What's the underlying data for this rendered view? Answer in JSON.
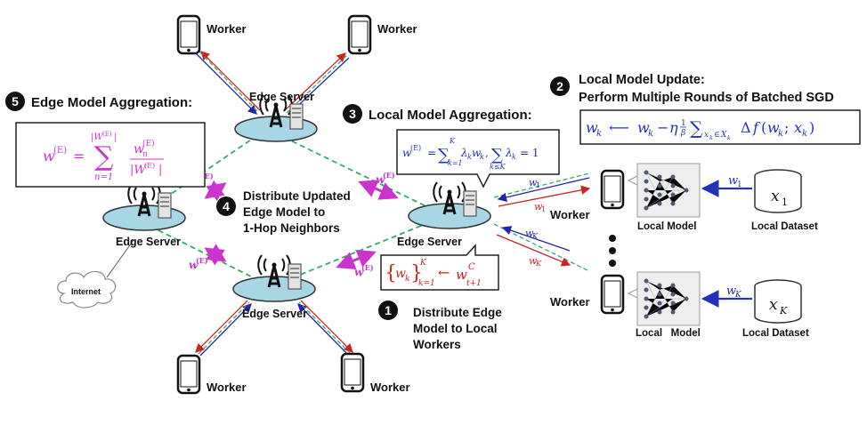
{
  "labels": {
    "worker": "Worker",
    "edge_server": "Edge Server",
    "internet": "Internet",
    "local_model": "Local Model",
    "local_model_spaced": "Local   Model",
    "local_dataset": "Local Dataset"
  },
  "steps": {
    "s1": {
      "number": "1",
      "text_lines": [
        "Distribute Edge",
        "Model to Local",
        "Workers"
      ]
    },
    "s2": {
      "number": "2",
      "text_lines": [
        "Local Model Update:",
        "Perform Multiple Rounds of Batched SGD"
      ]
    },
    "s3": {
      "number": "3",
      "text": "Local Model Aggregation:"
    },
    "s4": {
      "number": "4",
      "text_lines": [
        "Distribute Updated",
        "Edge Model to",
        "1-Hop Neighbors"
      ]
    },
    "s5": {
      "number": "5",
      "text": "Edge Model Aggregation:"
    }
  },
  "formulas": {
    "edge_agg": {
      "lhs": "w",
      "sup": "(E)",
      "sum_top": "|W",
      "sum_top_sup": "(E)",
      "sum_top_end": "|",
      "sum_bottom": "n=1",
      "frac_num": "w",
      "frac_num_sub": "n",
      "frac_num_sup": "(E)",
      "frac_den": "|W",
      "frac_den_sup": "(E)",
      "frac_den_end": "|"
    },
    "sgd": {
      "text": "w",
      "sub": "k"
    },
    "local_agg": {
      "lhs": "w",
      "lhs_sup": "(E)",
      "sum1_top": "K",
      "sum1_bottom": "k=1",
      "term": "λ",
      "term_sub": "k",
      "term2": "w",
      "term2_sub": "k",
      "sum2_bottom": "k≤K",
      "term3": "λ",
      "term3_sub": "k",
      "rhs": "= 1"
    },
    "distribute": {
      "set": "w",
      "set_sub": "k",
      "top": "K",
      "bottom": "k=1",
      "arrow": "←",
      "rhs": "w",
      "rhs_sup": "C",
      "rhs_sub": "t+1"
    },
    "dataset1": {
      "var": "x",
      "sub": "1"
    },
    "datasetK": {
      "var": "x",
      "sub": "K"
    }
  },
  "edge_labels": {
    "wE": "w",
    "wE_sup": "(E)"
  },
  "link_labels": {
    "w1": "w",
    "w1_sub": "1",
    "wK": "w",
    "wK_sub": "K"
  },
  "colors": {
    "magenta": "#cc33cc",
    "blue": "#2222aa",
    "red": "#cc2222",
    "green": "#33aa66",
    "tower": "#111111",
    "disk": "#a9d6e5"
  }
}
